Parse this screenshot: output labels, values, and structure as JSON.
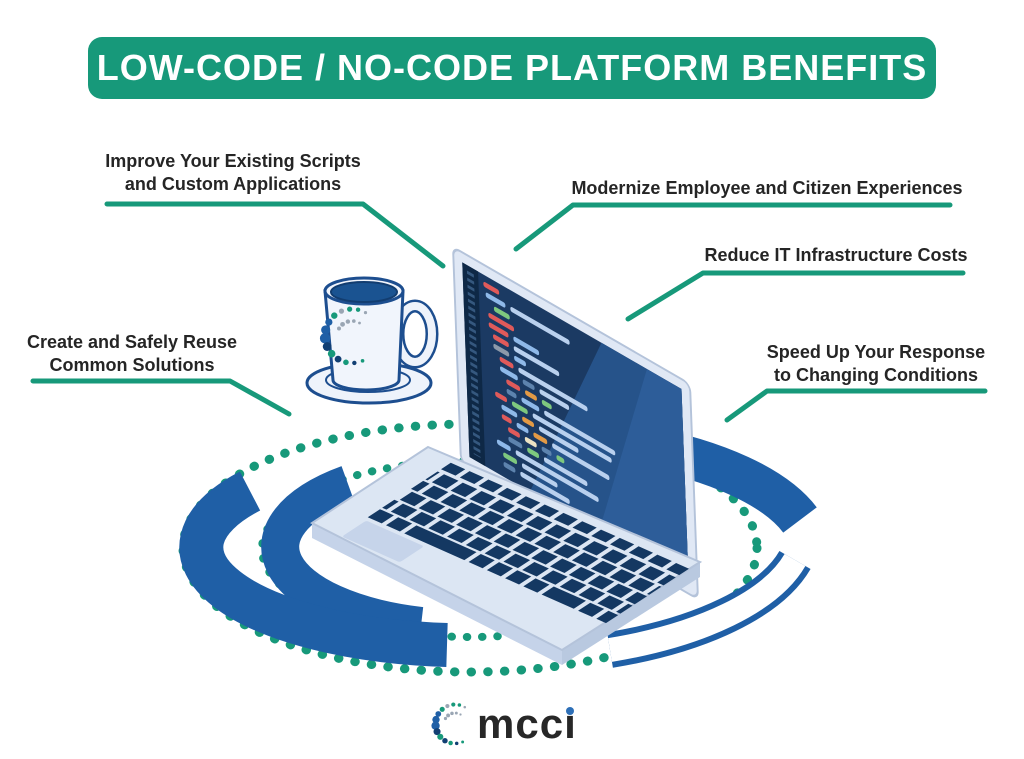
{
  "title": {
    "text": "LOW-CODE / NO-CODE PLATFORM BENEFITS"
  },
  "benefits": [
    {
      "lines": [
        "Improve Your Existing Scripts",
        "and Custom Applications"
      ]
    },
    {
      "lines": [
        "Modernize Employee and Citizen Experiences"
      ]
    },
    {
      "lines": [
        "Reduce IT Infrastructure Costs"
      ]
    },
    {
      "lines": [
        "Create and Safely Reuse",
        "Common Solutions"
      ]
    },
    {
      "lines": [
        "Speed Up Your Response",
        "to Changing Conditions"
      ]
    }
  ],
  "logo": {
    "prefix": "mcc",
    "i_dotless": "ı"
  },
  "colors": {
    "brand_green": "#17997A",
    "brand_blue": "#1F5FA6",
    "navy": "#143862",
    "text_dark": "#252525"
  },
  "icons": {
    "laptop": "laptop-with-code-illustration",
    "mug": "coffee-mug-illustration",
    "rings": "dotted-platform-rings",
    "logo_mark": "mcci-dot-spiral"
  }
}
